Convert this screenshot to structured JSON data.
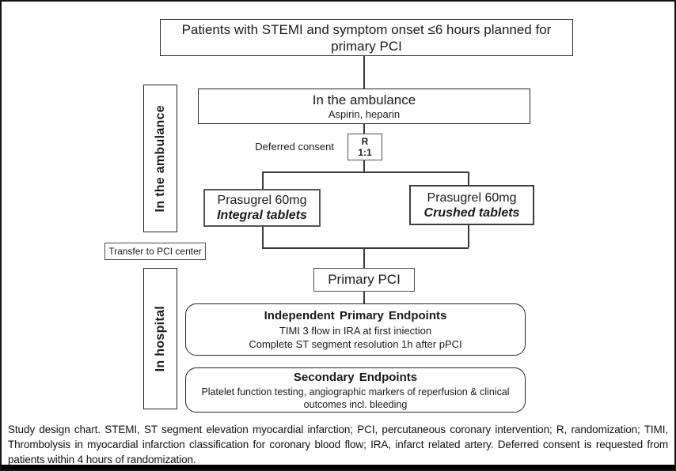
{
  "diagram": {
    "inclusion_box": "Patients with STEMI and symptom onset ≤6 hours planned for primary PCI",
    "ambulance_box": {
      "title": "In the ambulance",
      "subtitle": "Aspirin, heparin"
    },
    "deferred_consent_label": "Deferred consent",
    "randomization_box": {
      "line1": "R",
      "line2": "1:1"
    },
    "arm_integral": {
      "line1": "Prasugrel 60mg",
      "line2": "Integral tablets"
    },
    "arm_crushed": {
      "line1": "Prasugrel 60mg",
      "line2": "Crushed tablets"
    },
    "phase_ambulance_label": "In the ambulance",
    "transfer_box": "Transfer to PCI center",
    "phase_hospital_label": "In hospital",
    "primary_pci_box": "Primary PCI",
    "primary_endpoints": {
      "title": "Independent Primary Endpoints",
      "line1": "TIMI 3 flow in IRA at first iniection",
      "line2": "Complete ST segment resolution 1h after pPCI"
    },
    "secondary_endpoints": {
      "title": "Secondary Endpoints",
      "body": "Platelet function testing, angiographic markers of reperfusion & clinical outcomes incl. bleeding"
    }
  },
  "caption": "Study design chart. STEMI, ST segment elevation myocardial infarction; PCI, percutaneous coronary intervention; R, randomization; TIMI, Thrombolysis in myocardial infarction classification for coronary blood flow; IRA, infarct related artery. Deferred consent is requested from patients within 4 hours of randomization.",
  "colors": {
    "background": "#ffffff",
    "border": "#141414",
    "line": "#3a3a3a",
    "text": "#1a1a1a"
  }
}
